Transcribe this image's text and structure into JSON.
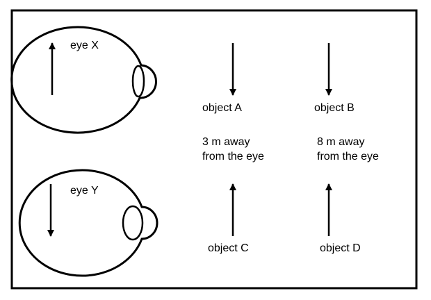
{
  "eyes": [
    {
      "label": "eye X"
    },
    {
      "label": "eye Y"
    }
  ],
  "objects": [
    {
      "label": "object A"
    },
    {
      "label": "object B"
    },
    {
      "label": "object C"
    },
    {
      "label": "object D"
    }
  ],
  "distances": [
    {
      "line1": "3 m away",
      "line2": "from the eye"
    },
    {
      "line1": "8 m away",
      "line2": "from the eye"
    }
  ],
  "colors": {
    "stroke": "#000000",
    "background": "#ffffff"
  }
}
